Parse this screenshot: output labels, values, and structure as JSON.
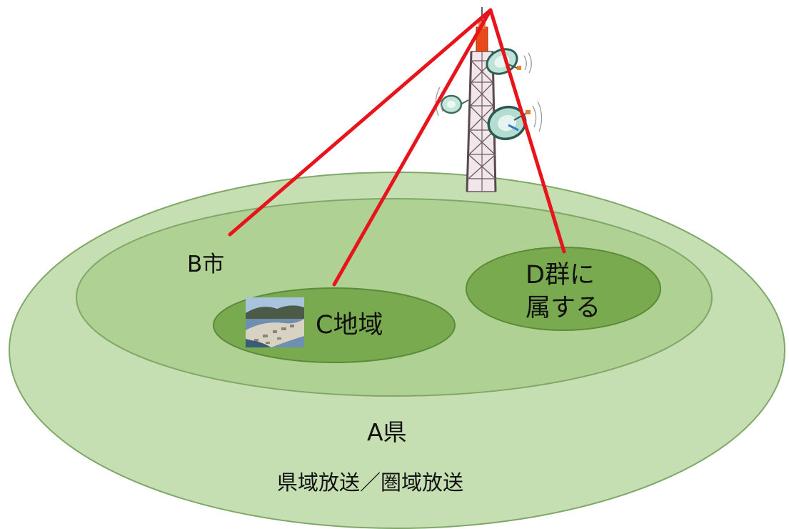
{
  "labels": {
    "prefecture": "A県",
    "city": "B市",
    "area": "C地域",
    "group_line1": "D群に",
    "group_line2": "属する",
    "broadcast": "県域放送／圏域放送"
  },
  "icons": {
    "tower": "broadcast-tower-icon",
    "photo": "coastal-town-photo"
  },
  "colors": {
    "outer_fill": "#c6dfb2",
    "outer_stroke": "#7fa868",
    "middle_fill": "#afd193",
    "inner_fill": "#7aaa4f",
    "signal_line": "#e8141c"
  }
}
